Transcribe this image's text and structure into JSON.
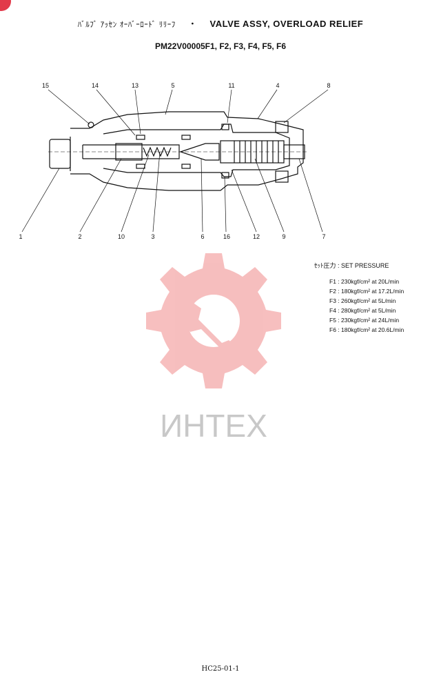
{
  "header": {
    "title_jp": "ﾊﾞﾙﾌﾞ ｱｯｾﾝ ｵｰﾊﾞｰﾛｰﾄﾞ ﾘﾘｰﾌ",
    "separator": "・",
    "title_en": "VALVE ASSY, OVERLOAD RELIEF",
    "part_numbers": "PM22V00005F1, F2, F3, F4, F5, F6"
  },
  "callouts": {
    "top": [
      "15",
      "14",
      "13",
      "5",
      "11",
      "4",
      "8"
    ],
    "bottom": [
      "1",
      "2",
      "10",
      "3",
      "6",
      "16",
      "12",
      "9",
      "7"
    ]
  },
  "set_pressure": {
    "heading_jp": "ｾｯﾄ圧力",
    "heading_en": ": SET PRESSURE",
    "rows": [
      "F1 : 230kgf/cm² at 20L/min",
      "F2 : 180kgf/cm² at 17.2L/min",
      "F3 : 260kgf/cm² at 5L/min",
      "F4 : 280kgf/cm² at 5L/min",
      "F5 : 230kgf/cm² at 24L/min",
      "F6 : 180kgf/cm² at 20.6L/min"
    ]
  },
  "watermark": {
    "text": "ИНТЕХ",
    "color": "#f08a8a"
  },
  "footer": {
    "page_code": "HC25-01-1"
  },
  "colors": {
    "badge": "#e23a4a",
    "line": "#111111"
  }
}
